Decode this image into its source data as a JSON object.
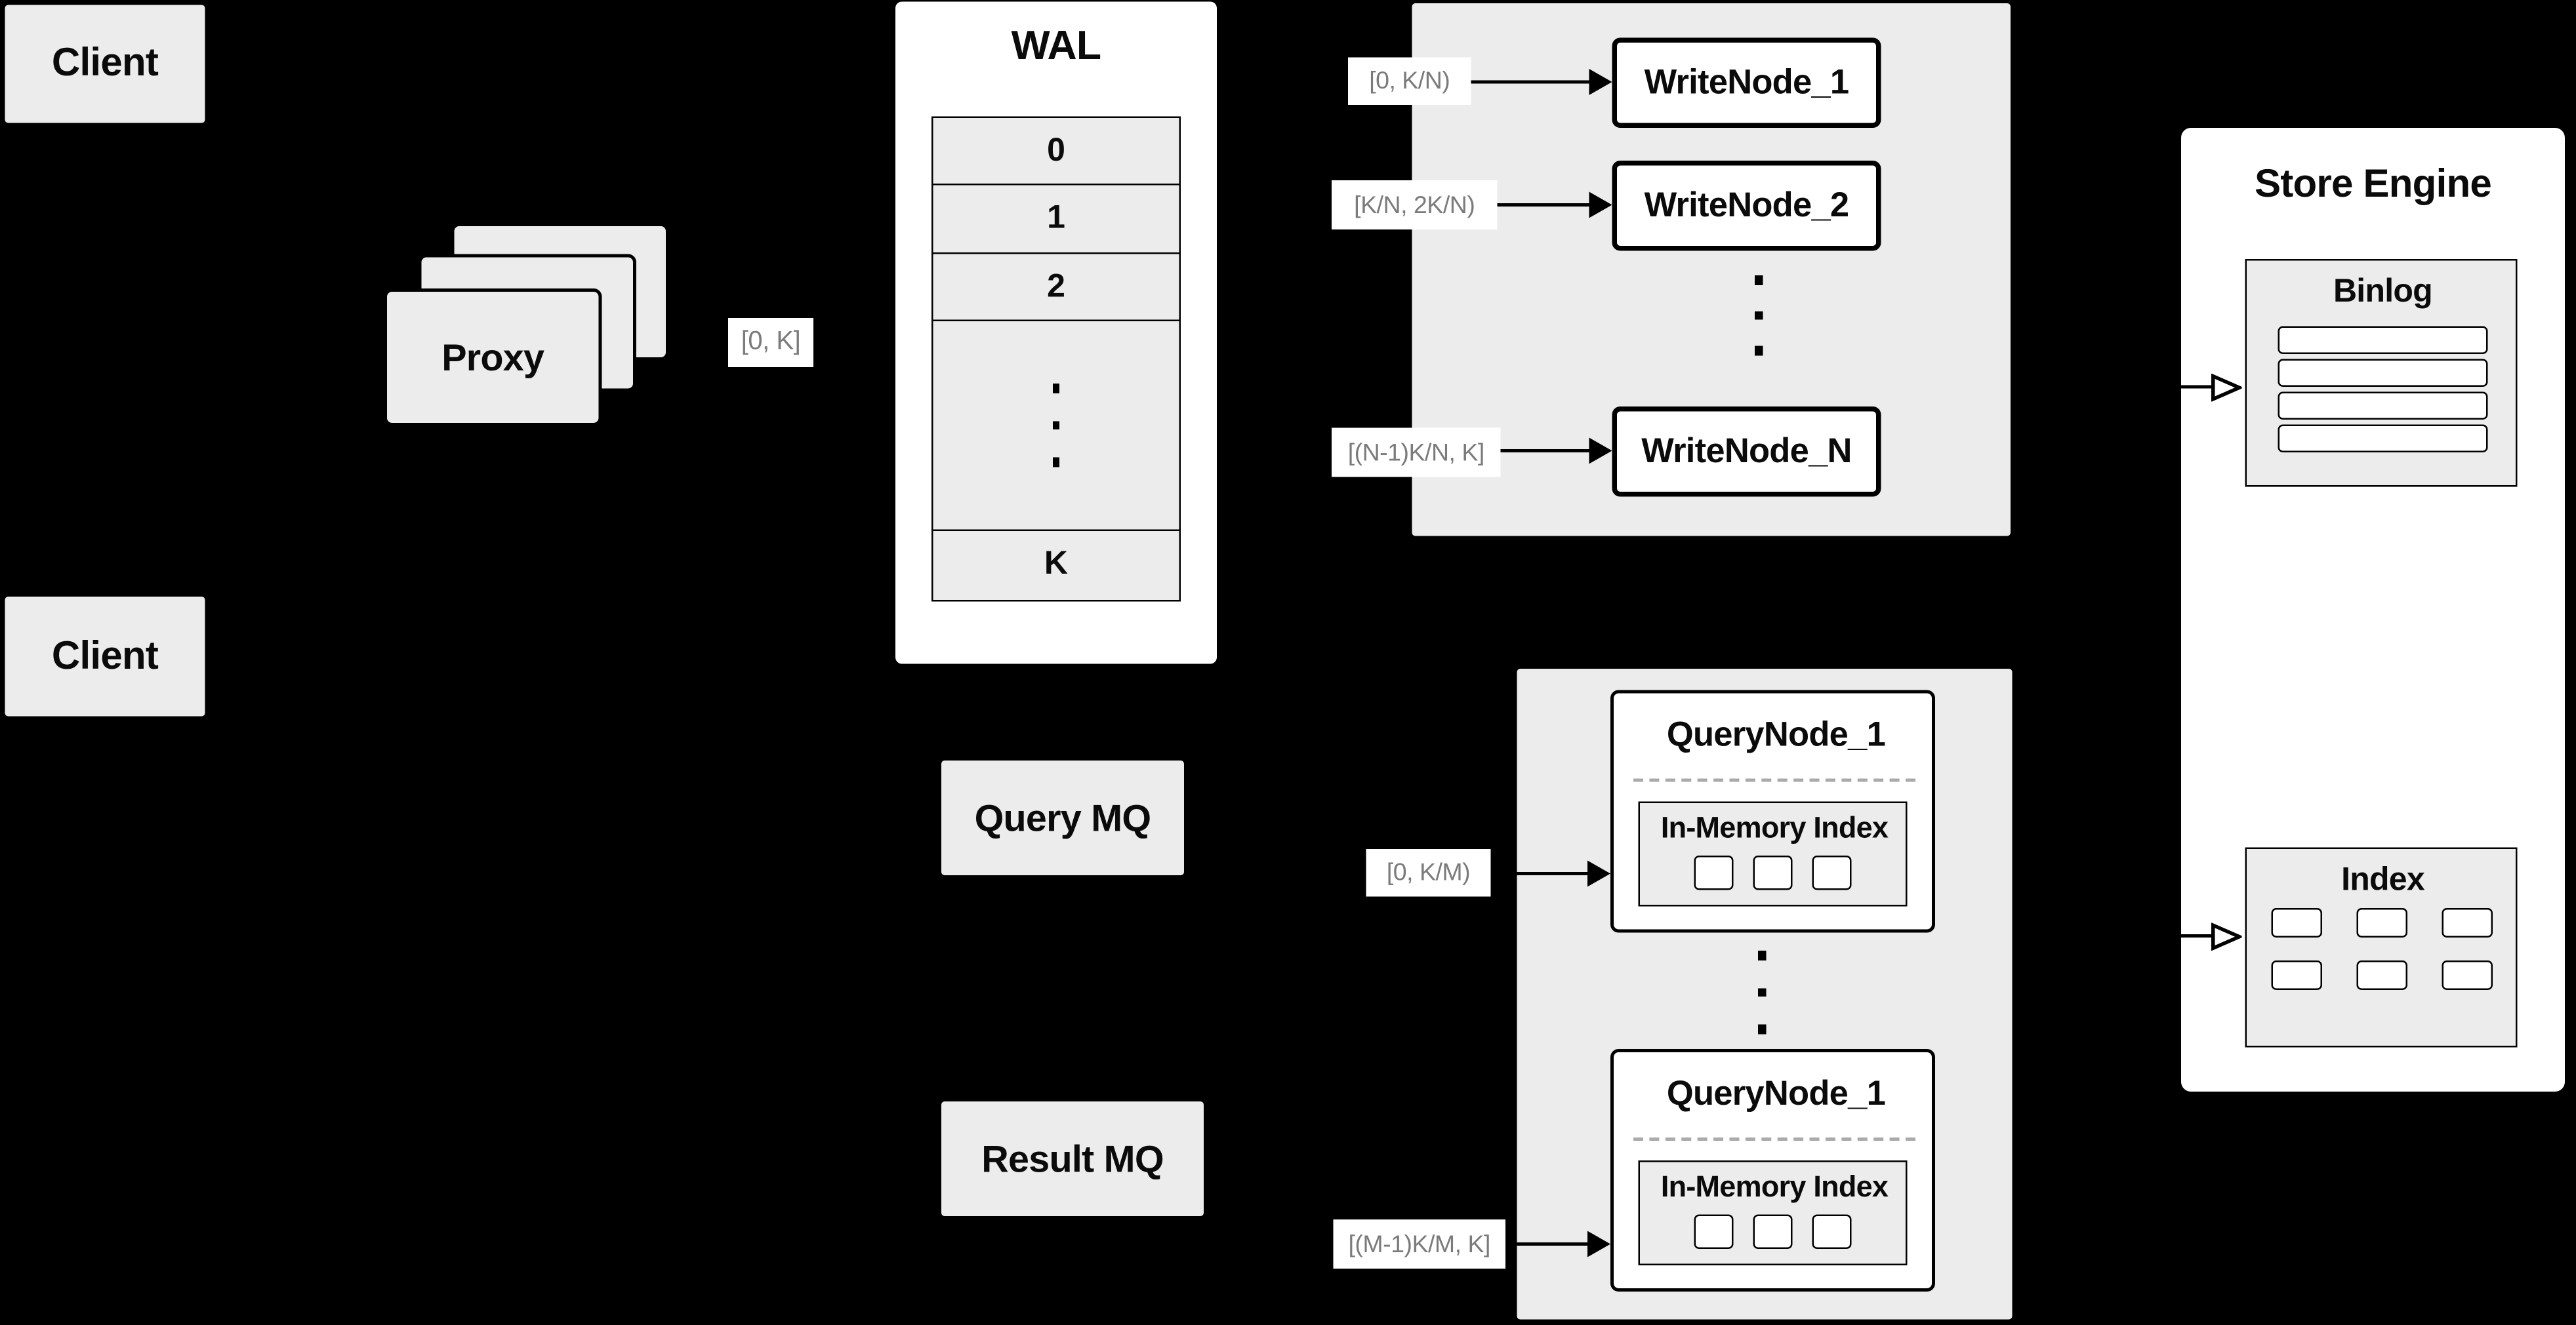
{
  "colors": {
    "background": "#000000",
    "panel_gray": "#ececec",
    "panel_white": "#ffffff",
    "border_black": "#000000",
    "range_label_text": "#7b7b7b"
  },
  "clients": {
    "top_label": "Client",
    "bottom_label": "Client"
  },
  "proxy": {
    "label": "Proxy",
    "range": "[0, K]"
  },
  "wal": {
    "title": "WAL",
    "segments": [
      "0",
      "1",
      "2"
    ],
    "last_segment": "K"
  },
  "write_cluster": {
    "nodes": [
      {
        "label": "WriteNode_1",
        "range": "[0, K/N)"
      },
      {
        "label": "WriteNode_2",
        "range": "[K/N, 2K/N)"
      },
      {
        "label": "WriteNode_N",
        "range": "[(N-1)K/N, K]"
      }
    ]
  },
  "store_engine": {
    "title": "Store Engine",
    "binlog": {
      "title": "Binlog"
    },
    "index": {
      "title": "Index"
    }
  },
  "mq": {
    "query_label": "Query MQ",
    "result_label": "Result MQ"
  },
  "query_cluster": {
    "nodes": [
      {
        "label": "QueryNode_1",
        "inner_title": "In-Memory Index",
        "range": "[0, K/M)"
      },
      {
        "label": "QueryNode_1",
        "inner_title": "In-Memory Index",
        "range": "[(M-1)K/M, K]"
      }
    ]
  }
}
